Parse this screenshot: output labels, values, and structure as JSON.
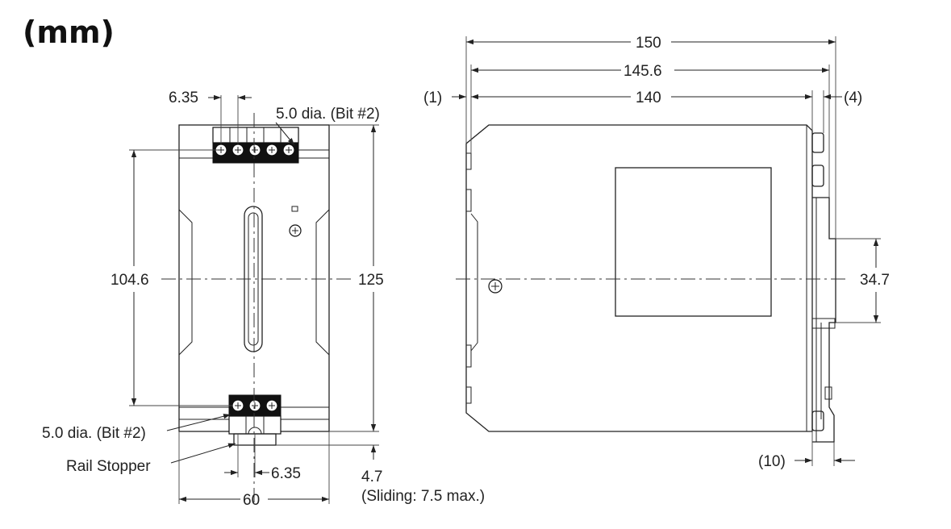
{
  "unit_label": "(mm)",
  "front_view": {
    "pitch_top": "6.35",
    "top_screw_note": "5.0 dia. (Bit #2)",
    "height_inner": "104.6",
    "height_total": "125",
    "bottom_screw_note": "5.0 dia. (Bit #2)",
    "rail_stopper_label": "Rail Stopper",
    "pitch_bottom": "6.35",
    "stopper_offset": "4.7",
    "sliding_note": "(Sliding: 7.5 max.)",
    "width": "60"
  },
  "side_view": {
    "depth_total": "150",
    "depth_mid": "145.6",
    "depth_body": "140",
    "left_gap": "(1)",
    "right_gap": "(4)",
    "rail_height": "34.7",
    "rail_depth": "(10)"
  }
}
